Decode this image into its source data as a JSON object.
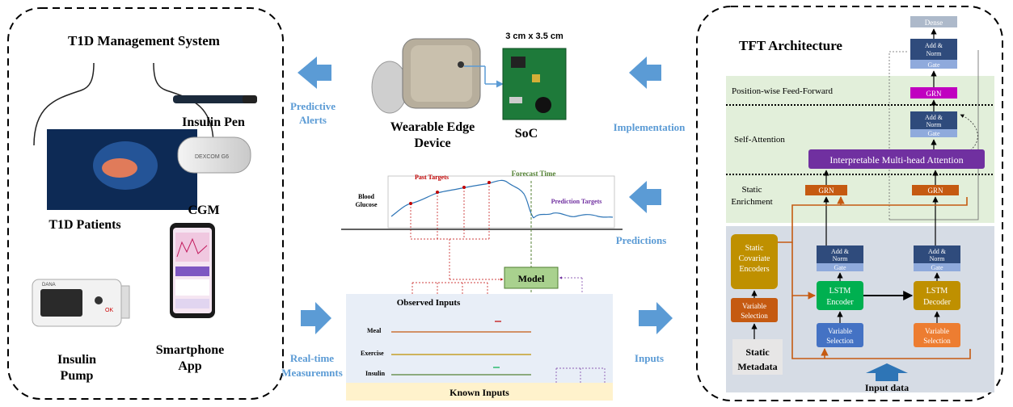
{
  "left_panel": {
    "title": "T1D Management System",
    "patients_label": "T1D Patients",
    "pen_label": "Insulin Pen",
    "cgm_label": "CGM",
    "cgm_device_text": "DEXCOM G6",
    "pump_label_line1": "Insulin",
    "pump_label_line2": "Pump",
    "app_label_line1": "Smartphone",
    "app_label_line2": "App",
    "pump_brand": "DANA",
    "pump_ok": "OK"
  },
  "flow": {
    "predictive_alerts_line1": "Predictive",
    "predictive_alerts_line2": "Alerts",
    "implementation": "Implementation",
    "predictions": "Predictions",
    "realtime_line1": "Real-time",
    "realtime_line2": "Measuremnts",
    "inputs": "Inputs"
  },
  "device": {
    "wearable_line1": "Wearable Edge",
    "wearable_line2": "Device",
    "soc_label": "SoC",
    "soc_size": "3 cm x 3.5 cm"
  },
  "forecast": {
    "past_targets": "Past Targets",
    "forecast_time": "Forecast Time",
    "prediction_targets": "Prediction Targets",
    "blood_line1": "Blood",
    "blood_line2": "Glucose",
    "model": "Model",
    "observed_inputs": "Observed Inputs",
    "known_inputs": "Known Inputs",
    "meal": "Meal",
    "exercise": "Exercise",
    "insulin": "Insulin"
  },
  "tft": {
    "title": "TFT Architecture",
    "dense": "Dense",
    "add_norm_line1": "Add &",
    "add_norm_line2": "Norm",
    "gate": "Gate",
    "grn": "GRN",
    "position_wise": "Position-wise Feed-Forward",
    "self_attention": "Self-Attention",
    "attention_block": "Interpretable Multi-head Attention",
    "static_enrichment_line1": "Static",
    "static_enrichment_line2": "Enrichment",
    "static_cov_line1": "Static",
    "static_cov_line2": "Covariate",
    "static_cov_line3": "Encoders",
    "var_sel_line1": "Variable",
    "var_sel_line2": "Selection",
    "lstm_enc_line1": "LSTM",
    "lstm_enc_line2": "Encoder",
    "lstm_dec_line1": "LSTM",
    "lstm_dec_line2": "Decoder",
    "static_meta_line1": "Static",
    "static_meta_line2": "Metadata",
    "input_data": "Input data"
  },
  "colors": {
    "arrow_blue": "#5B9BD5",
    "label_blue": "#5B9BD5",
    "green_bg": "#E2EFDA",
    "grey_bg": "#D6DCE5",
    "navy": "#2F4B7C",
    "gate": "#8FAADC",
    "grn_orange": "#C55A11",
    "grn_magenta": "#C000C0",
    "attention_purple": "#7030A0",
    "lstm_green": "#00B050",
    "static_cov_yellow": "#BF9000",
    "var_sel_blue": "#4472C4",
    "var_sel_orange": "#ED7D31",
    "model_green": "#A9D18E"
  }
}
